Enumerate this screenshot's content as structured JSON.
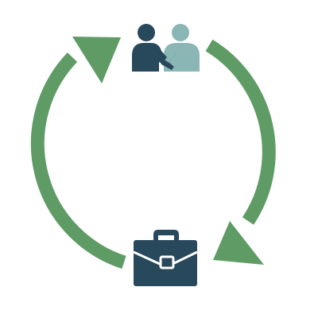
{
  "diagram": {
    "type": "cycle",
    "nodes": [
      {
        "id": "people",
        "icon": "two-people-handshake-icon"
      },
      {
        "id": "job",
        "icon": "briefcase-icon"
      }
    ],
    "edges": [
      {
        "from": "people",
        "to": "job",
        "direction": "clockwise"
      },
      {
        "from": "job",
        "to": "people",
        "direction": "clockwise"
      }
    ]
  },
  "colors": {
    "arrow": "#5f9c65",
    "primary": "#28485b",
    "secondary": "#8ab6b5",
    "background": "#ffffff"
  }
}
